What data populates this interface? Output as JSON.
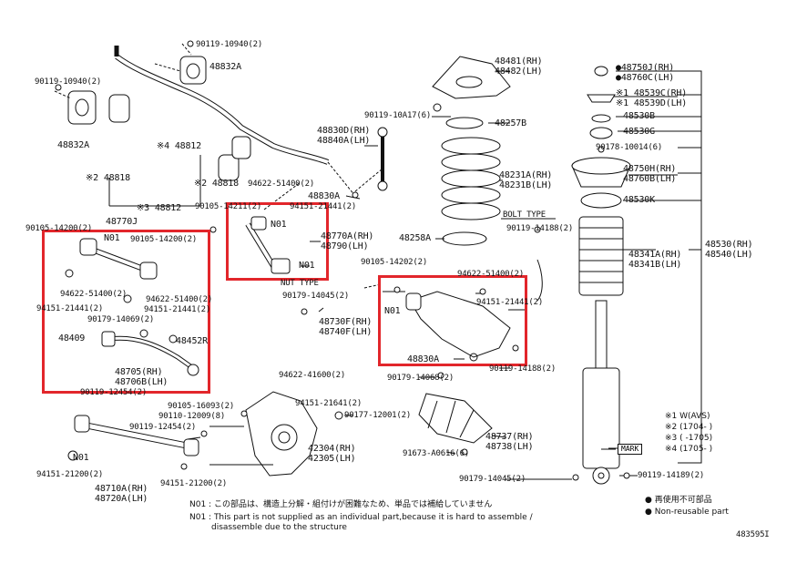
{
  "diagram_id": "483595I",
  "labels": {
    "p90119_10940_top": "90119-10940(2)",
    "p48832A_top": "48832A",
    "p90119_10940_left": "90119-10940(2)",
    "p48832A_left": "48832A",
    "p48812_a": "※4 48812",
    "p48818_a": "※2 48818",
    "p48818_b": "※2 48818",
    "p48812_b": "※3 48812",
    "p94622_51400_top": "94622-51400(2)",
    "p90105_14211": "90105-14211(2)",
    "p94151_21441_top": "94151-21441(2)",
    "p48830A_top": "48830A",
    "p90105_14200_left": "90105-14200(2)",
    "p48770J": "48770J",
    "n01_a": "N01",
    "p90105_14200_mid": "90105-14200(2)",
    "n01_b": "N01",
    "p48770A": "48770A(RH)",
    "p48790": "48790(LH)",
    "n01_c": "N01",
    "p94622_51400_l": "94622-51400(2)",
    "p94622_51400_m": "94622-51400(2)",
    "p94151_21441_l": "94151-21441(2)",
    "p94151_21441_m": "94151-21441(2)",
    "p90179_14069": "90179-14069(2)",
    "p48409": "48409",
    "p48452R": "48452R",
    "p48705": "48705(RH)",
    "p48706B": "48706B(LH)",
    "p90119_12454_top": "90119-12454(2)",
    "p90119_10A17": "90119-10A17(6)",
    "p48481": "48481(RH)",
    "p48482": "48482(LH)",
    "p48257B": "48257B",
    "p48830D": "48830D(RH)",
    "p48840A": "48840A(LH)",
    "p48231A": "48231A(RH)",
    "p48231B": "48231B(LH)",
    "p48258A": "48258A",
    "bolt_type": "BOLT TYPE",
    "p90119_14188_top": "90119-14188(2)",
    "p90105_14202": "90105-14202(2)",
    "nut_type": "NUT TYPE",
    "p90179_14045_top": "90179-14045(2)",
    "p94622_51400_r": "94622-51400(2)",
    "p94151_21441_r": "94151-21441(2)",
    "n01_d": "N01",
    "p48730F": "48730F(RH)",
    "p48740F": "48740F(LH)",
    "p48830A_bottom": "48830A",
    "p90119_14188_b": "90119-14188(2)",
    "p90179_14068": "90179-14068(2)",
    "p94622_41600": "94622-41600(2)",
    "p94151_21641": "94151-21641(2)",
    "p90105_16093": "90105-16093(2)",
    "p90110_12009": "90110-12009(8)",
    "p90119_12454_b": "90119-12454(2)",
    "p90177_12001": "90177-12001(2)",
    "p48737": "48737(RH)",
    "p48738": "48738(LH)",
    "p42304": "42304(RH)",
    "p42305": "42305(LH)",
    "p91673": "91673-A0616(6)",
    "n01_e": "N01",
    "p94151_21200_l": "94151-21200(2)",
    "p94151_21200_r": "94151-21200(2)",
    "p48710A": "48710A(RH)",
    "p48720A": "48720A(LH)",
    "p90179_14045_b": "90179-14045(2)",
    "p48750J": "●48750J(RH)",
    "p48760C": "●48760C(LH)",
    "p48539C": "※1 48539C(RH)",
    "p48539D": "※1 48539D(LH)",
    "p48530B": "48530B",
    "p48530G": "48530G",
    "p90178_10014": "90178-10014(6)",
    "p48750H": "48750H(RH)",
    "p48760B": "48760B(LH)",
    "p48530K": "48530K",
    "p48341A": "48341A(RH)",
    "p48341B": "48341B(LH)",
    "p48530": "48530(RH)",
    "p48540": "48540(LH)",
    "mark": "MARK",
    "p90119_14189": "90119-14189(2)"
  },
  "footnotes": {
    "k1": "※1  W(AVS)",
    "k2": "※2 (1704-     )",
    "k3": "※3 (     -1705)",
    "k4": "※4 (1705-     )"
  },
  "legend": {
    "nonreuse_jp": "● 再使用不可部品",
    "nonreuse_en": "● Non-reusable part",
    "n01_jp": "N01 : この部品は、構造上分解・組付けが困難なため、単品では補給していません",
    "n01_en_1": "N01 : This part is not supplied as an individual part,because it is hard to assemble /",
    "n01_en_2": "disassemble due to the structure"
  },
  "colors": {
    "highlight": "#e2262b",
    "line": "#111111"
  }
}
